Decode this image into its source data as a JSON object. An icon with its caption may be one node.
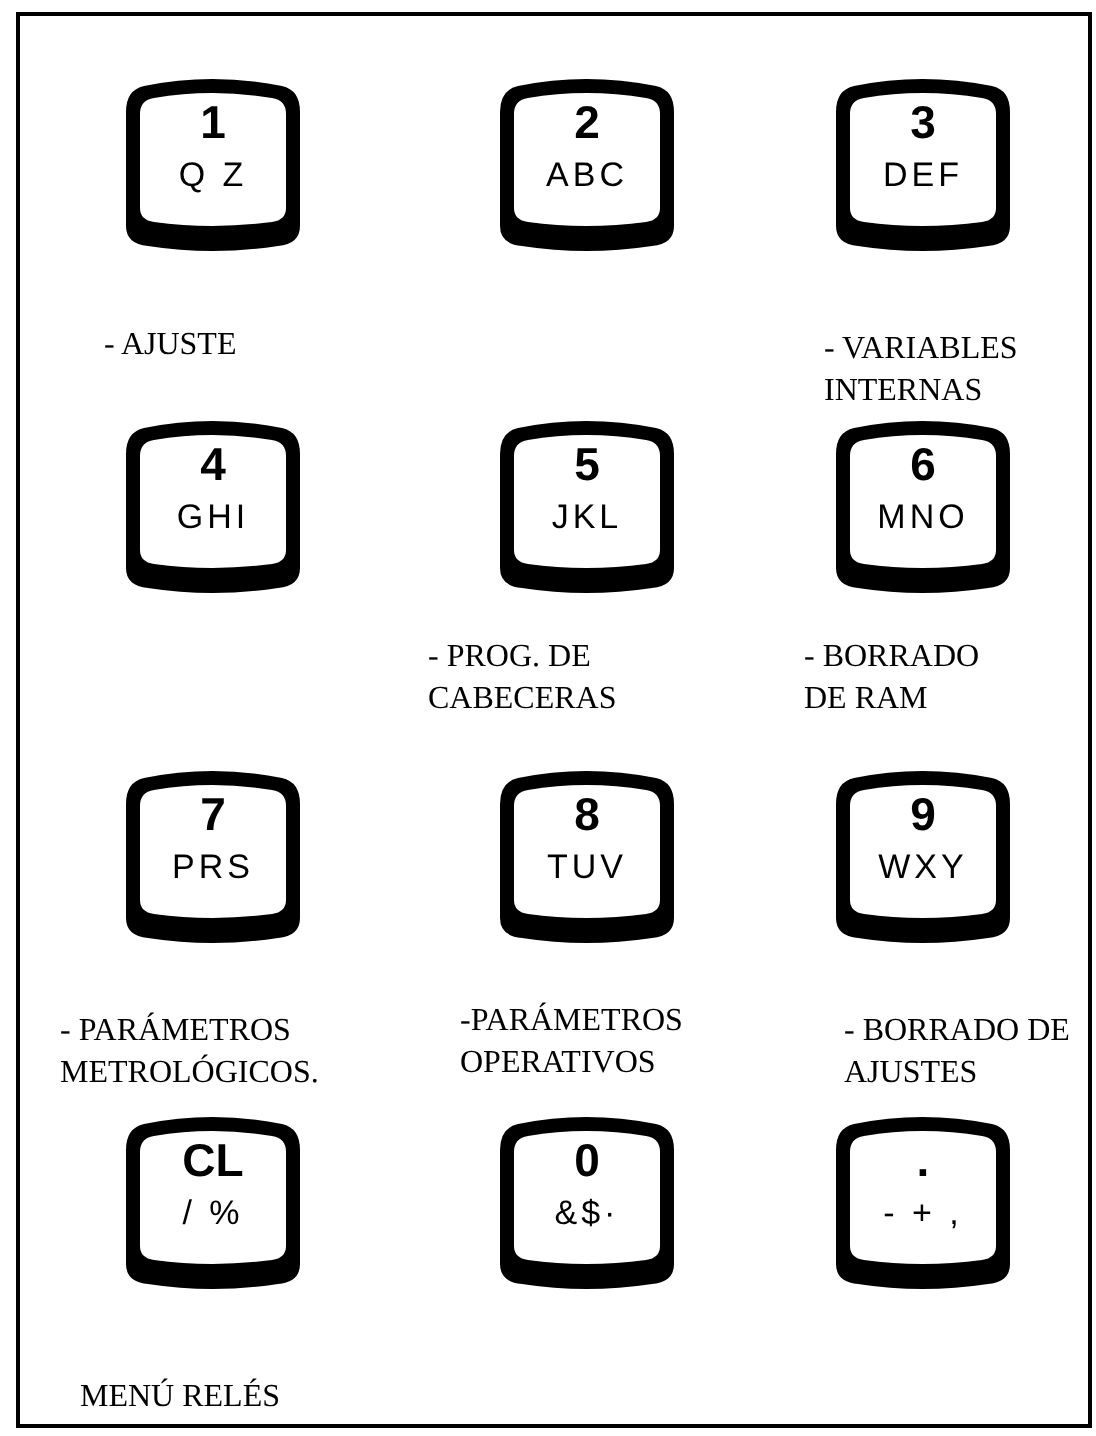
{
  "diagram": {
    "nodes": [
      {
        "text": [
          "1",
          "Q Z"
        ]
      },
      {
        "text": [
          "2",
          "ABC"
        ]
      },
      {
        "text": [
          "3",
          "DEF"
        ]
      },
      {
        "text": [
          "4",
          "GHI"
        ]
      },
      {
        "text": [
          "5",
          "JKL"
        ]
      },
      {
        "text": [
          "6",
          "MNO"
        ]
      },
      {
        "text": [
          "7",
          "PRS"
        ]
      },
      {
        "text": [
          "8",
          "TUV"
        ]
      },
      {
        "text": [
          "9",
          "WXY"
        ]
      },
      {
        "text": [
          "CL",
          "/ %"
        ]
      },
      {
        "text": [
          "0",
          "&$·"
        ]
      },
      {
        "text": [
          ".",
          "- + ,"
        ]
      }
    ],
    "edges": [],
    "labels": [
      "- AJUSTE",
      "- VARIABLES INTERNAS",
      "- PROG. DE CABECERAS",
      "- BORRADO DE RAM",
      "- PARÁMETROS METROLÓGICOS.",
      "-PARÁMETROS OPERATIVOS",
      "- BORRADO DE AJUSTES",
      "MENÚ RELÉS"
    ]
  }
}
